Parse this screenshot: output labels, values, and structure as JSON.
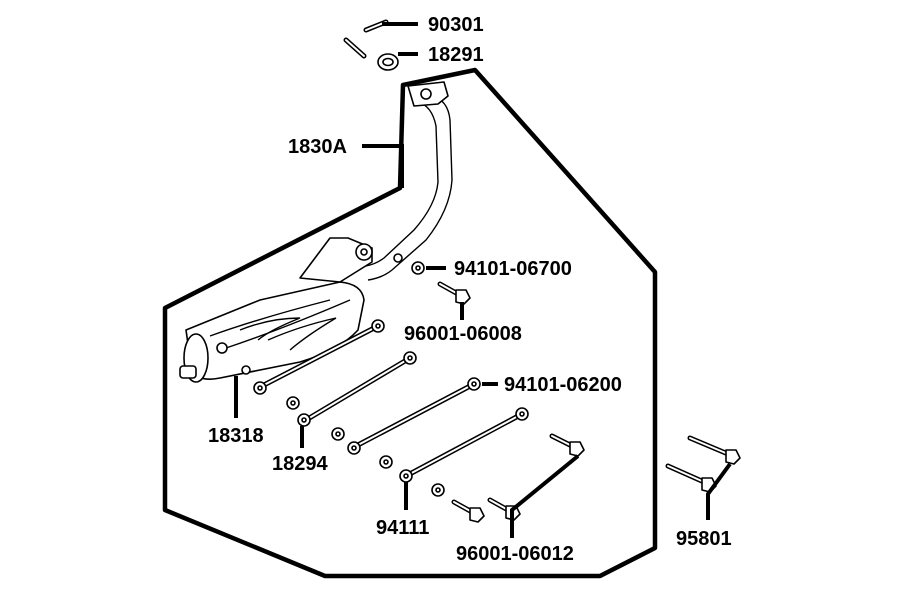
{
  "labels": {
    "p90301": "90301",
    "p18291": "18291",
    "p1830A": "1830A",
    "p94101_06700": "94101-06700",
    "p96001_06008": "96001-06008",
    "p94101_06200": "94101-06200",
    "p18318": "18318",
    "p18294": "18294",
    "p94111": "94111",
    "p96001_06012": "96001-06012",
    "p95801": "95801"
  }
}
